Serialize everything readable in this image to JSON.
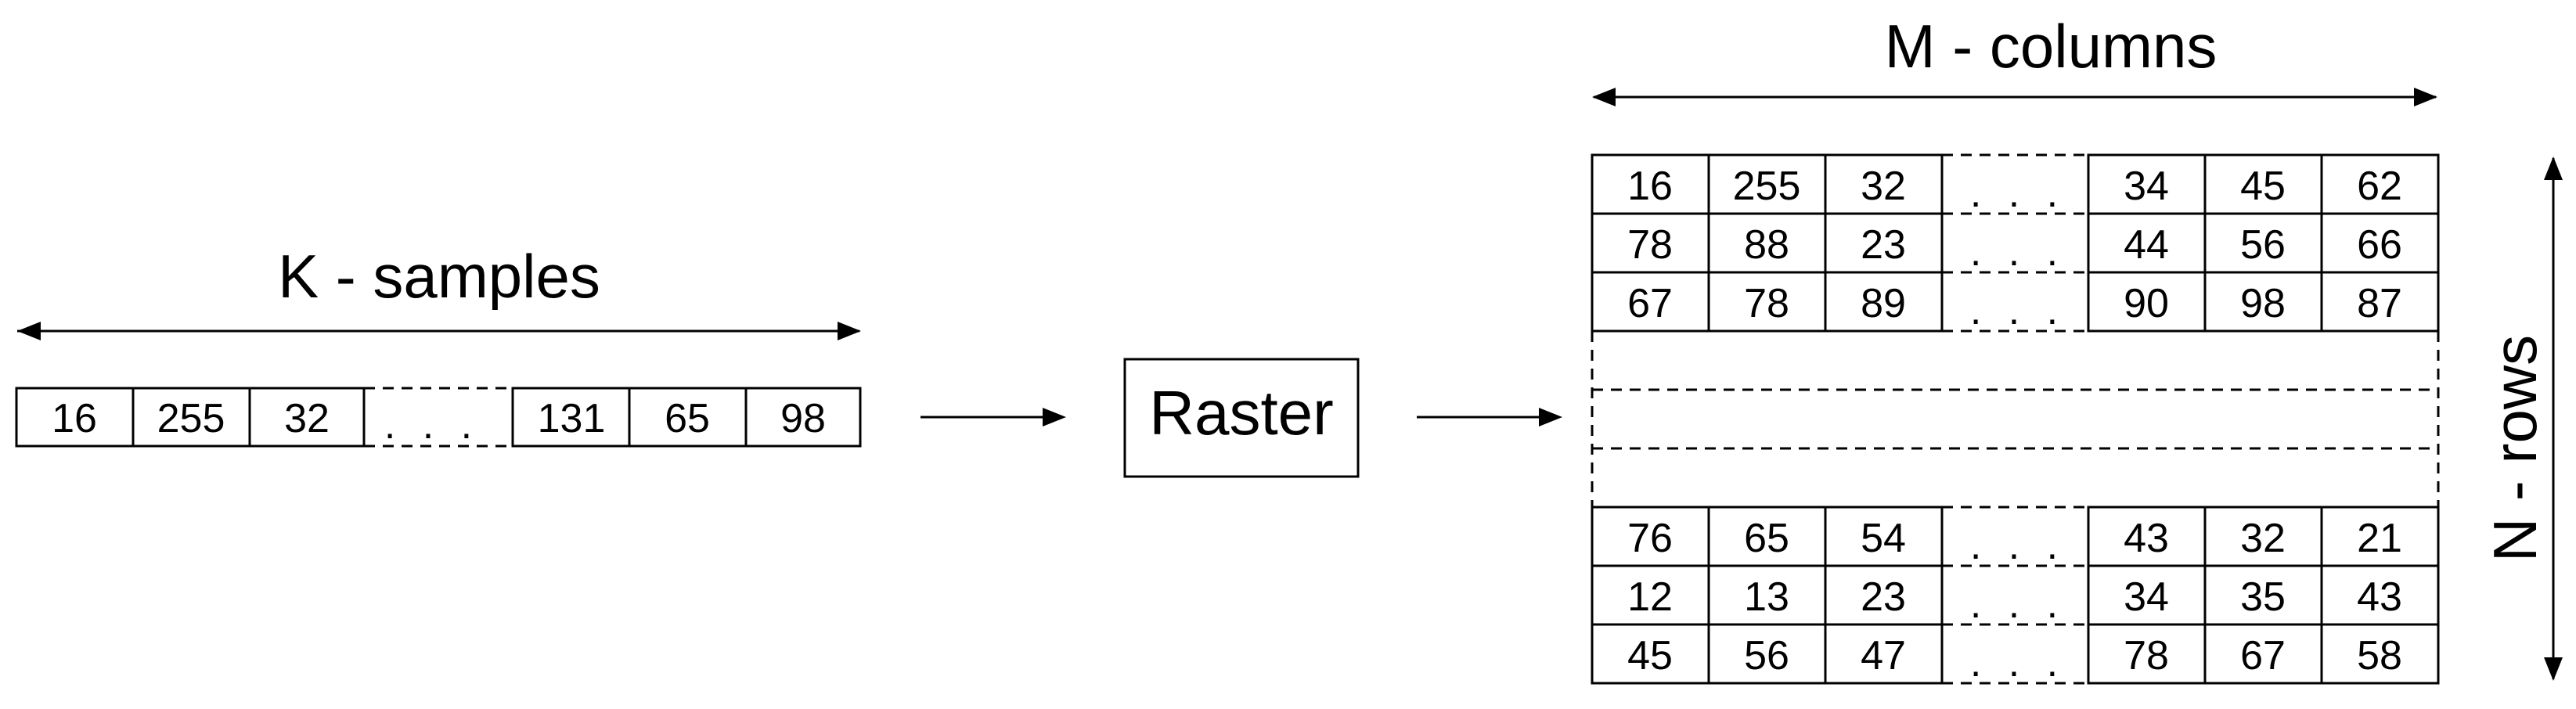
{
  "input": {
    "label": "K - samples",
    "first_values": [
      "16",
      "255",
      "32"
    ],
    "last_values": [
      "131",
      "65",
      "98"
    ],
    "ellipsis": ". . ."
  },
  "process": {
    "label": "Raster"
  },
  "output": {
    "columns_label": "M - columns",
    "rows_label": "N - rows",
    "ellipsis": ". . .",
    "top_rows": [
      {
        "left": [
          "16",
          "255",
          "32"
        ],
        "right": [
          "34",
          "45",
          "62"
        ]
      },
      {
        "left": [
          "78",
          "88",
          "23"
        ],
        "right": [
          "44",
          "56",
          "66"
        ]
      },
      {
        "left": [
          "67",
          "78",
          "89"
        ],
        "right": [
          "90",
          "98",
          "87"
        ]
      }
    ],
    "bottom_rows": [
      {
        "left": [
          "76",
          "65",
          "54"
        ],
        "right": [
          "43",
          "32",
          "21"
        ]
      },
      {
        "left": [
          "12",
          "13",
          "23"
        ],
        "right": [
          "34",
          "35",
          "43"
        ]
      },
      {
        "left": [
          "45",
          "56",
          "47"
        ],
        "right": [
          "78",
          "67",
          "58"
        ]
      }
    ]
  }
}
